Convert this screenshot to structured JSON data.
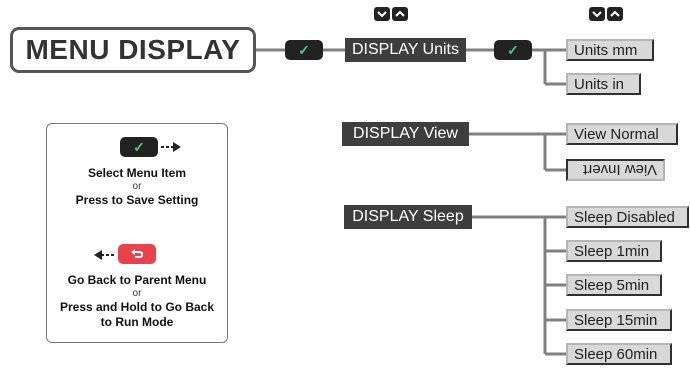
{
  "title": "MENU DISPLAY",
  "groups": {
    "units": {
      "label": "DISPLAY Units",
      "options": [
        "Units mm",
        "Units in"
      ]
    },
    "view": {
      "label": "DISPLAY View",
      "options": [
        "View Normal",
        "View Invert"
      ]
    },
    "sleep": {
      "label": "DISPLAY Sleep",
      "options": [
        "Sleep Disabled",
        "Sleep 1min",
        "Sleep 5min",
        "Sleep 15min",
        "Sleep 60min"
      ]
    }
  },
  "buttons": {
    "select_symbol": "✓",
    "down_icon": "chevron-down-icon",
    "up_icon": "chevron-up-icon",
    "back_icon": "back-arrow-icon"
  },
  "legend": {
    "select_line1": "Select Menu Item",
    "select_or": "or",
    "select_line2": "Press to Save Setting",
    "back_line1": "Go Back to Parent Menu",
    "back_or": "or",
    "back_line2": "Press and Hold to Go Back",
    "back_line3": "to Run Mode"
  },
  "colors": {
    "select_button": "#222222",
    "check_mark": "#45d07a",
    "back_button": "#e8424d",
    "label_fill": "#3e3e3e",
    "option_fill": "#d8d8d8",
    "connector": "#808080"
  }
}
